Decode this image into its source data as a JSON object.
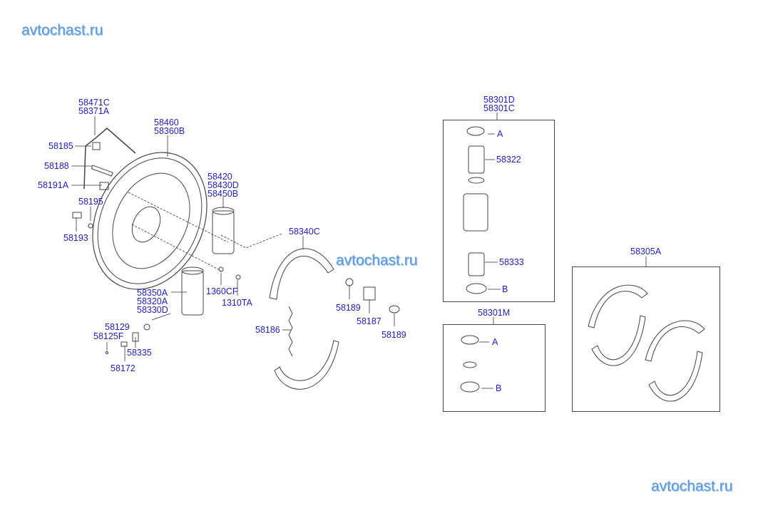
{
  "watermarks": [
    "avtochast.ru",
    "avtochast.ru",
    "avtochast.ru"
  ],
  "parts": {
    "p58471C": "58471C",
    "p58371A": "58371A",
    "p58460": "58460",
    "p58360B": "58360B",
    "p58185": "58185",
    "p58188": "58188",
    "p58191A": "58191A",
    "p58195": "58195",
    "p58193": "58193",
    "p58420": "58420",
    "p58430D": "58430D",
    "p58450B": "58450B",
    "p58350A": "58350A",
    "p58320A": "58320A",
    "p58330D": "58330D",
    "p1360CF": "1360CF",
    "p1310TA": "1310TA",
    "p58129": "58129",
    "p58125F": "58125F",
    "p58335": "58335",
    "p58172": "58172",
    "p58340C": "58340C",
    "p58189a": "58189",
    "p58187": "58187",
    "p58189b": "58189",
    "p58186": "58186",
    "p58301D": "58301D",
    "p58301C": "58301C",
    "p58322": "58322",
    "p58333": "58333",
    "kitA1": "A",
    "kitB1": "B",
    "p58301M": "58301M",
    "kitA2": "A",
    "kitB2": "B",
    "p58305A": "58305A"
  }
}
